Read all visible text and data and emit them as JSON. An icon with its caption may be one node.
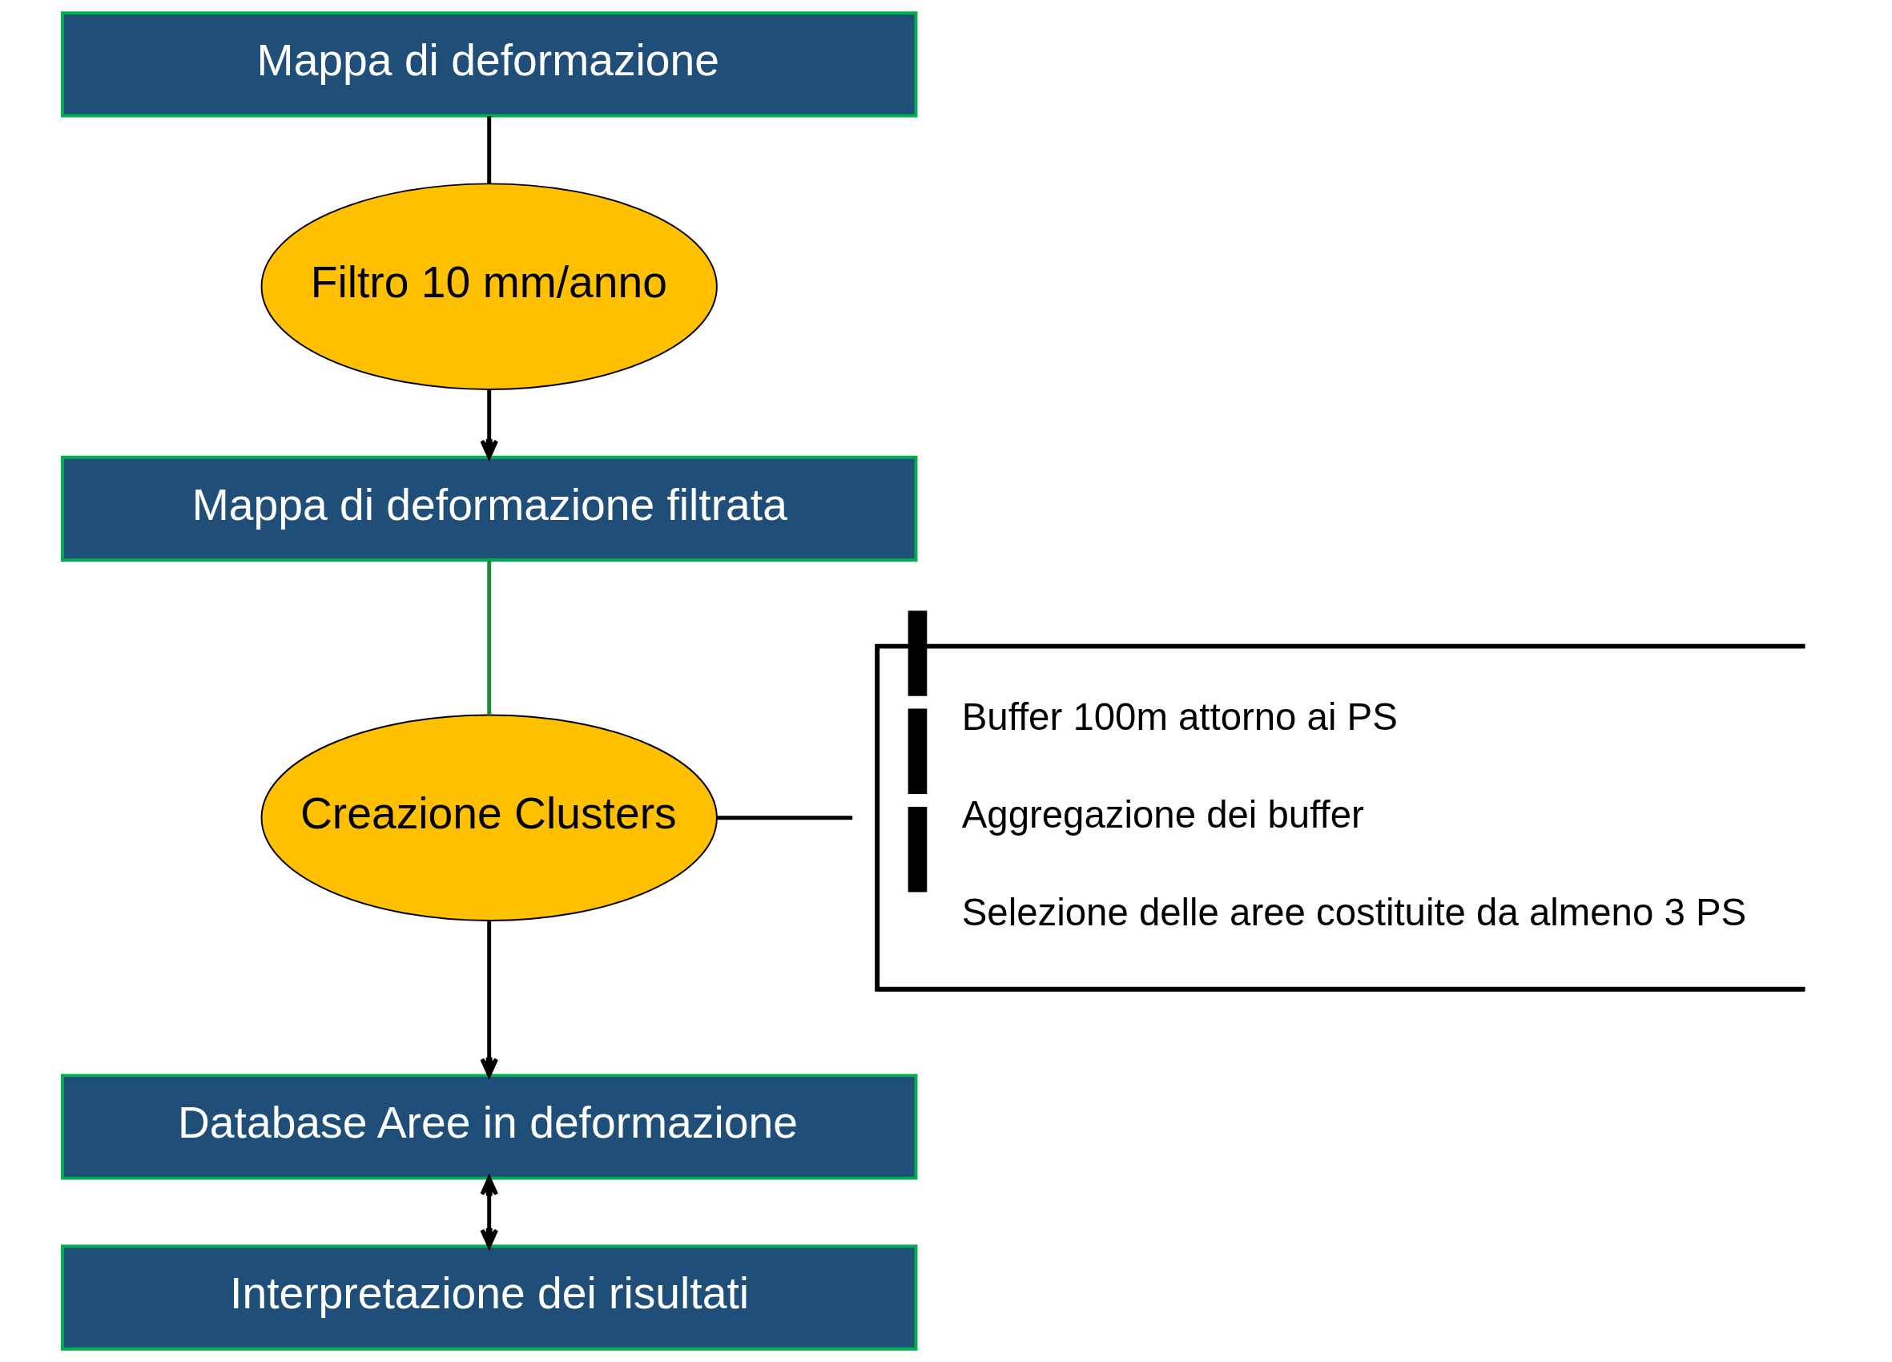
{
  "diagram": {
    "nodes": [
      {
        "text": [
          "Mappa di deformazione"
        ]
      },
      {
        "text": [
          "Filtro 10 mm/anno"
        ]
      },
      {
        "text": [
          "Mappa di deformazione filtrata"
        ]
      },
      {
        "text": [
          "Creazione Clusters"
        ]
      },
      {
        "text": [
          "Database Aree in deformazione"
        ]
      },
      {
        "text": [
          "Interpretazione dei risultati"
        ]
      },
      {
        "text": [
          "Buffer 100m attorno ai PS",
          "Aggregazione dei buffer",
          "Selezione delle aree costituite da almeno 3 PS"
        ]
      }
    ],
    "edges": [
      {
        "from": 0,
        "to": 1,
        "arrow": "none"
      },
      {
        "from": 1,
        "to": 2,
        "arrow": "to"
      },
      {
        "from": 2,
        "to": 3,
        "arrow": "none",
        "color": "#1e8c3a"
      },
      {
        "from": 3,
        "to": 4,
        "arrow": "to"
      },
      {
        "from": 4,
        "to": 5,
        "arrow": "both"
      },
      {
        "from": 3,
        "to": 6,
        "arrow": "none"
      }
    ]
  }
}
